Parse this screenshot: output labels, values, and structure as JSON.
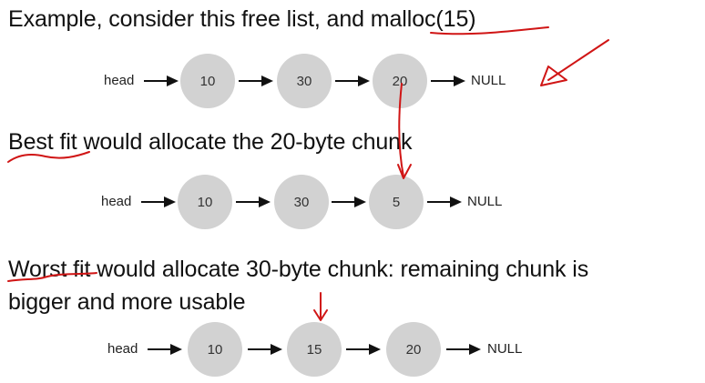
{
  "text": {
    "line1": "Example, consider this free list, and malloc(15)",
    "line2": "Best fit would allocate the 20-byte chunk",
    "line3a": "Worst fit would allocate 30-byte chunk: remaining chunk is",
    "line3b": "bigger and more usable"
  },
  "lists": [
    {
      "head": "head",
      "nodes": [
        "10",
        "30",
        "20"
      ],
      "end": "NULL"
    },
    {
      "head": "head",
      "nodes": [
        "10",
        "30",
        "5"
      ],
      "end": "NULL"
    },
    {
      "head": "head",
      "nodes": [
        "10",
        "15",
        "20"
      ],
      "end": "NULL"
    }
  ],
  "colors": {
    "node_fill": "#d2d2d2",
    "annotation_ink": "#d01515",
    "text": "#111111"
  }
}
